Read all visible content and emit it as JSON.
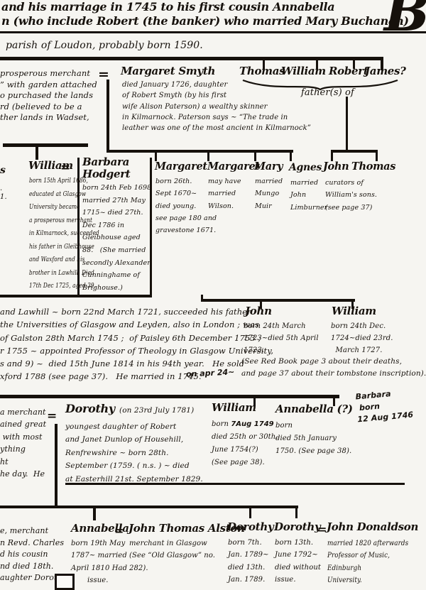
{
  "sym": {
    "eq": "="
  },
  "header": {
    "line1": "and his marriage in 1745 to his first cousin Annabella",
    "line2": "n (who include Robert (the banker) who married Mary Buchanan)",
    "corner_letter": "B",
    "parish_note": "parish of Loudon, probably born 1590."
  },
  "gen1": {
    "left_parent": {
      "lines": [
        "prosperous merchant",
        "” with garden attached",
        "o purchased the lands",
        "rd (believed to be a",
        "ther lands in Wadset,"
      ]
    },
    "margaret_smyth": {
      "title": "Margaret Smyth",
      "lines": [
        "died January 1726, daughter",
        "of Robert Smyth (by his first",
        "wife Alison Paterson) a wealthy skinner",
        "in Kilmarnock. Paterson says ~ “The trade in",
        "leather was one of the most ancient in Kilmarnock”"
      ]
    },
    "brothers": {
      "n1": "Thomas",
      "n2": "William",
      "n3": "Robert",
      "n4": "James?",
      "label": "father(s) of"
    }
  },
  "gen2": {
    "left_fragments": {
      "f1": "s",
      "f2": ".",
      "f3": "1."
    },
    "william": {
      "title": "William",
      "lines": [
        "born 15th April 1686,",
        "educated at Glasgow",
        "University became",
        "a prosperous merchant",
        "in Kilmarnock, succeeded",
        "his father in Gleibhouse",
        "and Waxford and his",
        "brother in Lawhill. Died",
        "17th Dec 1725, aged 39."
      ]
    },
    "barbara": {
      "title1": "Barbara",
      "title2": "Hodgert",
      "lines": [
        "born 24th Feb 1698",
        "married 27th May",
        "1715~ died 27th.",
        "Dec 1786 in",
        "Gleibhouse aged",
        "88.   (She married",
        "secondly Alexander",
        "Cunninghame of",
        "Brighouse.)"
      ]
    },
    "margaret1": {
      "title": "Margaret",
      "lines": [
        "born 26th.",
        "Sept 1670~",
        "died young.",
        "see page 180 and",
        "gravestone 1671."
      ]
    },
    "margaret2": {
      "title": "Margaret",
      "lines": [
        "may have",
        "married",
        "Wilson."
      ]
    },
    "mary": {
      "title": "Mary",
      "lines": [
        "married",
        "Mungo",
        "Muir"
      ]
    },
    "agnes": {
      "title": "Agnes",
      "lines": [
        "married",
        "John",
        "Limburner"
      ]
    },
    "john_thomas": {
      "title1": "John",
      "title2": "Thomas",
      "lines": [
        "curators of",
        "William's sons.",
        "(see page 37)"
      ]
    }
  },
  "gen3": {
    "paragraph": {
      "lines": [
        "and Lawhill ~ born 22nd March 1721, succeeded his father",
        "the Universities of Glasgow and Leyden, also in London ; was",
        "of Galston 28th March 1745 ;  of Paisley 6th December 1753 ;",
        "r 1755 ~ appointed Professor of Theology in Glasgow University,",
        "s and 9) ~  died 15th June 1814 in his 94th year.   He sold",
        "xford 1788 (see page 37).   He married in 1745."
      ],
      "annotation": "on apr 24~"
    },
    "john": {
      "title": "John",
      "lines": [
        "born 24th March",
        "1723~died 5th April",
        "1723."
      ]
    },
    "william": {
      "title": "William",
      "lines": [
        "born 24th Dec.",
        "1724~died 23rd.",
        "  March 1727."
      ]
    },
    "note": {
      "lines": [
        "(See Red Book page 3 about their deaths,",
        "and page 37 about their tombstone inscription)."
      ]
    }
  },
  "gen4": {
    "left_parent": {
      "lines": [
        "a merchant",
        "ained great",
        " with most",
        "ything",
        "ht",
        "he day.  He"
      ]
    },
    "dorothy": {
      "title": "Dorothy",
      "title_suffix": "(on 23rd July 1781)",
      "lines": [
        "youngest daughter of Robert",
        "and Janet Dunlop of Househill,",
        "Renfrewshire ~ born 28th.",
        "September (1759. ( n.s. ) ~ died",
        "at Easterhill 21st. September 1829."
      ]
    },
    "william": {
      "title": "William",
      "born_prefix": "born ",
      "born_handwritten": "7Aug 1749",
      "lines": [
        "died 25th or 30th.",
        "June 1754(?)",
        "(See page 38)."
      ]
    },
    "annabella": {
      "title": "Annabella (?)",
      "lines": [
        "born",
        "died 5th January",
        "1750. (See page 38)."
      ]
    },
    "barbara_note": {
      "lines": [
        "Barbara",
        " born",
        "12 Aug 1746"
      ]
    }
  },
  "gen5": {
    "left_parent": {
      "lines": [
        "e, merchant",
        "n Revd. Charles",
        "d his cousin",
        "nd died 18th.",
        "aughter Dorothea"
      ]
    },
    "annabella": {
      "title": "Annabella",
      "lines": [
        "born 19th May",
        "1787~ married",
        "April 1810 Had",
        "       issue."
      ]
    },
    "alston": {
      "title": "John Thomas Alston",
      "lines": [
        "merchant in Glasgow",
        "(See “Old Glasgow” no.",
        "282)."
      ]
    },
    "dorothy1": {
      "title": "Dorothy",
      "lines": [
        "born 7th.",
        "Jan. 1789~",
        "died 13th.",
        "Jan. 1789."
      ]
    },
    "dorothy2": {
      "title": "Dorothy",
      "lines": [
        "born 13th.",
        "June 1792~",
        "died without",
        "issue."
      ]
    },
    "donaldson": {
      "title": "John Donaldson",
      "lines": [
        "married 1820 afterwards",
        "Professor of Music,",
        "Edinburgh",
        "University."
      ]
    }
  }
}
